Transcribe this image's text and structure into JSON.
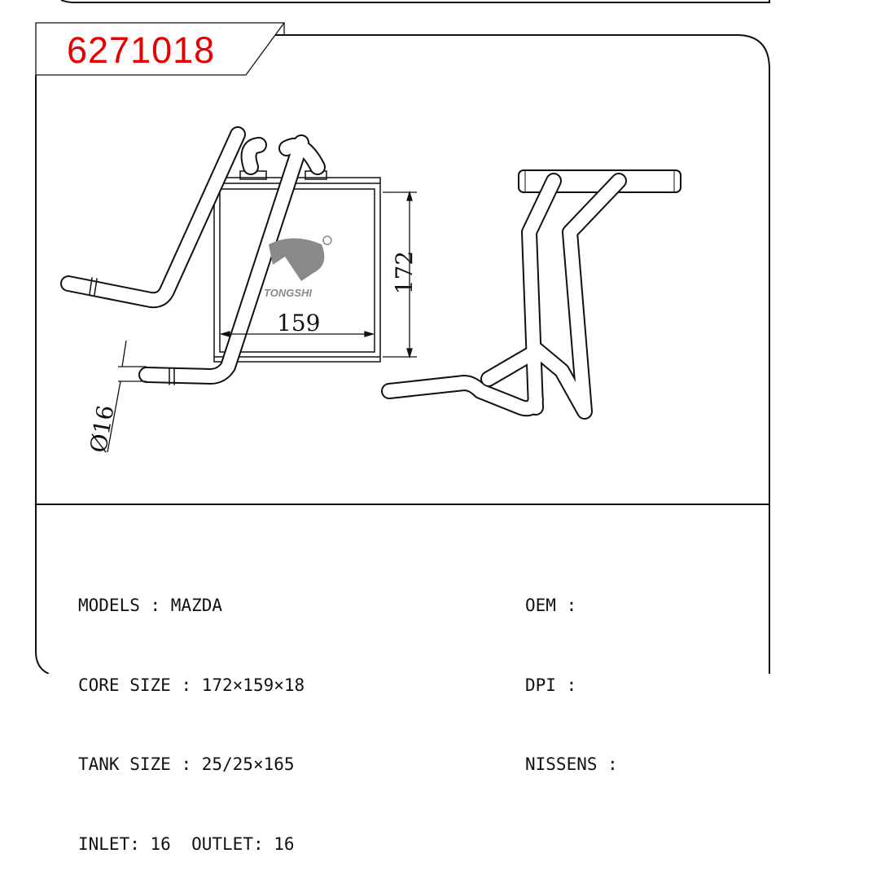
{
  "part_number": "6271018",
  "logo": {
    "brand": "TONGSHI",
    "mark": "®"
  },
  "dimensions": {
    "width": "159",
    "height": "172",
    "tube_diameter": "Ø16"
  },
  "specs_left": [
    {
      "label": "MODELS",
      "value": "MAZDA"
    },
    {
      "label": "CORE SIZE",
      "value": "172×159×18"
    },
    {
      "label": "TANK SIZE",
      "value": "25/25×165"
    },
    {
      "label": "INLET",
      "value": "16",
      "label2": "OUTLET",
      "value2": "16"
    }
  ],
  "specs_right": [
    {
      "label": "OEM",
      "value": ""
    },
    {
      "label": "DPI",
      "value": ""
    },
    {
      "label": "NISSENS",
      "value": ""
    }
  ],
  "colors": {
    "part_number": "#e60000",
    "line": "#111111",
    "logo": "#8a8a8a"
  }
}
